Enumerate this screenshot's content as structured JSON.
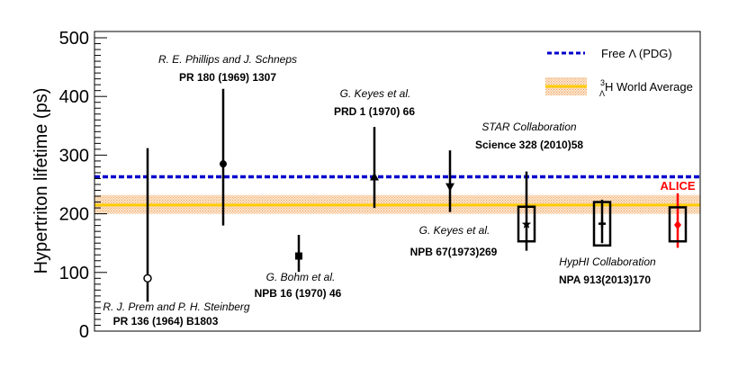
{
  "chart_data": {
    "type": "scatter",
    "ylabel": "Hypertriton lifetime (ps)",
    "xlabel": "",
    "ylim": [
      0,
      510
    ],
    "yticks": [
      0,
      100,
      200,
      300,
      400,
      500
    ],
    "grid": false,
    "legend_position": "top-right",
    "free_lambda": {
      "label": "Free Λ (PDG)",
      "value": 263,
      "color": "#0000cc"
    },
    "world_average": {
      "label_sup": "3",
      "label_sub": "Λ",
      "label_main": "H World Average",
      "value": 215,
      "low": 200,
      "high": 232,
      "color": "#ffcc00",
      "band_color": "#f4a460"
    },
    "points": [
      {
        "label_italic": "R. J. Prem and P. H. Steinberg",
        "label_bold": "PR 136 (1964) B1803",
        "marker": "open-circle",
        "color": "#000000",
        "y": 90,
        "err_low": 50,
        "err_high": 312
      },
      {
        "label_italic": "R. E. Phillips and J. Schneps",
        "label_bold": "PR 180 (1969) 1307",
        "marker": "circle",
        "color": "#000000",
        "y": 285,
        "err_low": 180,
        "err_high": 413
      },
      {
        "label_italic": "G. Bohm et al.",
        "label_bold": "NPB 16 (1970) 46",
        "marker": "square",
        "color": "#000000",
        "y": 128,
        "err_low": 101,
        "err_high": 164
      },
      {
        "label_italic": "G. Keyes et al.",
        "label_bold": "PRD 1 (1970) 66",
        "marker": "triangle-up",
        "color": "#000000",
        "y": 263,
        "err_low": 210,
        "err_high": 348
      },
      {
        "label_italic": "G. Keyes et al.",
        "label_bold": "NPB 67(1973)269",
        "marker": "triangle-down",
        "color": "#000000",
        "y": 246,
        "err_low": 203,
        "err_high": 308
      },
      {
        "label_italic": "STAR Collaboration",
        "label_bold": "Science 328 (2010)58",
        "marker": "star",
        "color": "#000000",
        "y": 182,
        "err_low": 137,
        "err_high": 272,
        "sys_low": 153,
        "sys_high": 212
      },
      {
        "label_italic": "HypHI Collaboration",
        "label_bold": "NPA 913(2013)170",
        "marker": "cross",
        "color": "#000000",
        "y": 183,
        "err_low": 150,
        "err_high": 224,
        "sys_low": 146,
        "sys_high": 220
      },
      {
        "label_italic": "",
        "label_bold": "ALICE",
        "marker": "diamond",
        "color": "#ff0000",
        "y": 181,
        "err_low": 142,
        "err_high": 235,
        "sys_low": 153,
        "sys_high": 211
      }
    ]
  }
}
